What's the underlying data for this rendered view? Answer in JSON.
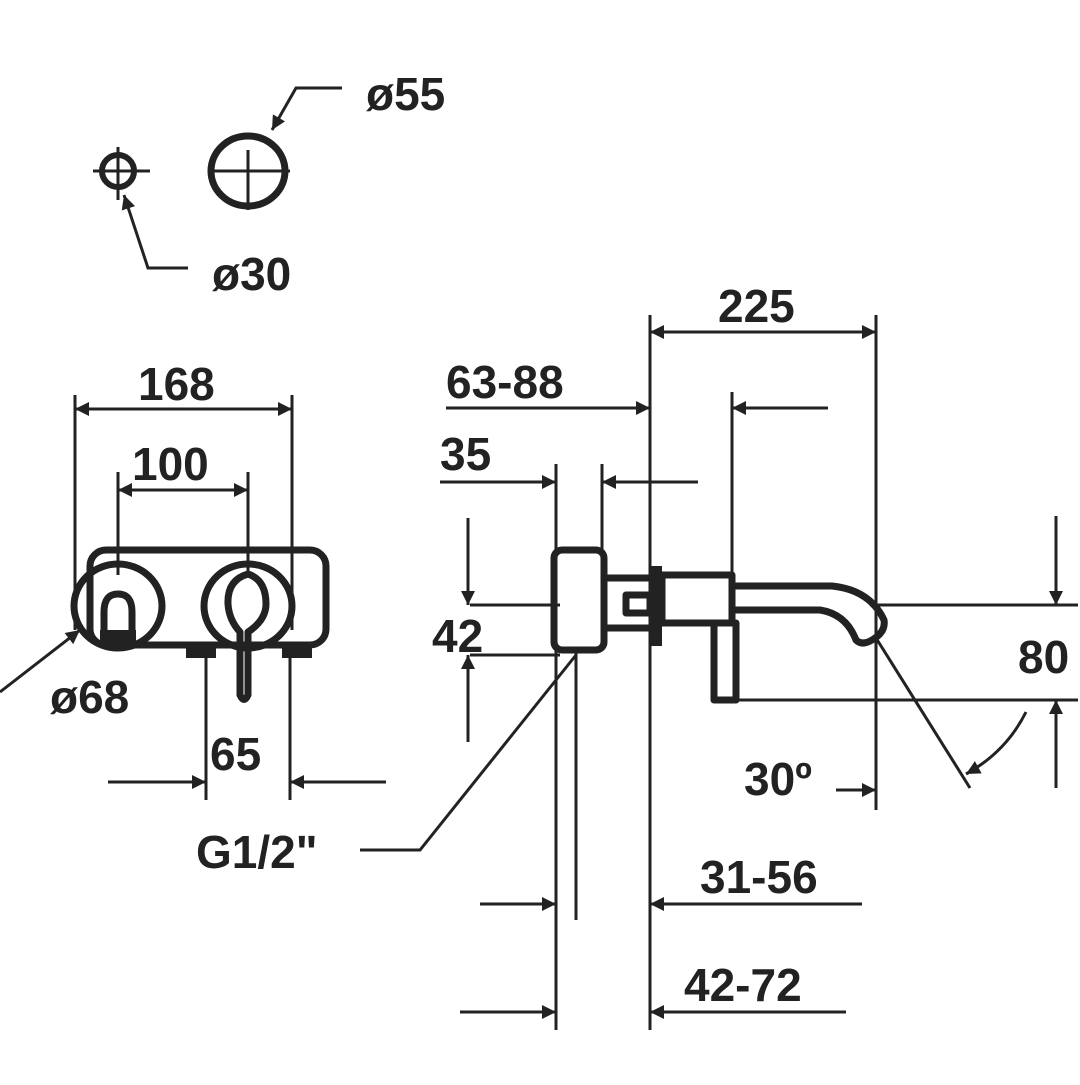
{
  "labels": {
    "d55": "ø55",
    "d30": "ø30",
    "d68": "ø68",
    "w168": "168",
    "w100": "100",
    "w65": "65",
    "g12": "G1/2\"",
    "l225": "225",
    "r6388": "63-88",
    "r35": "35",
    "h42": "42",
    "h80": "80",
    "a30": "30º",
    "r3156": "31-56",
    "r4272": "42-72"
  },
  "colors": {
    "ink": "#222222",
    "background": "#ffffff"
  }
}
